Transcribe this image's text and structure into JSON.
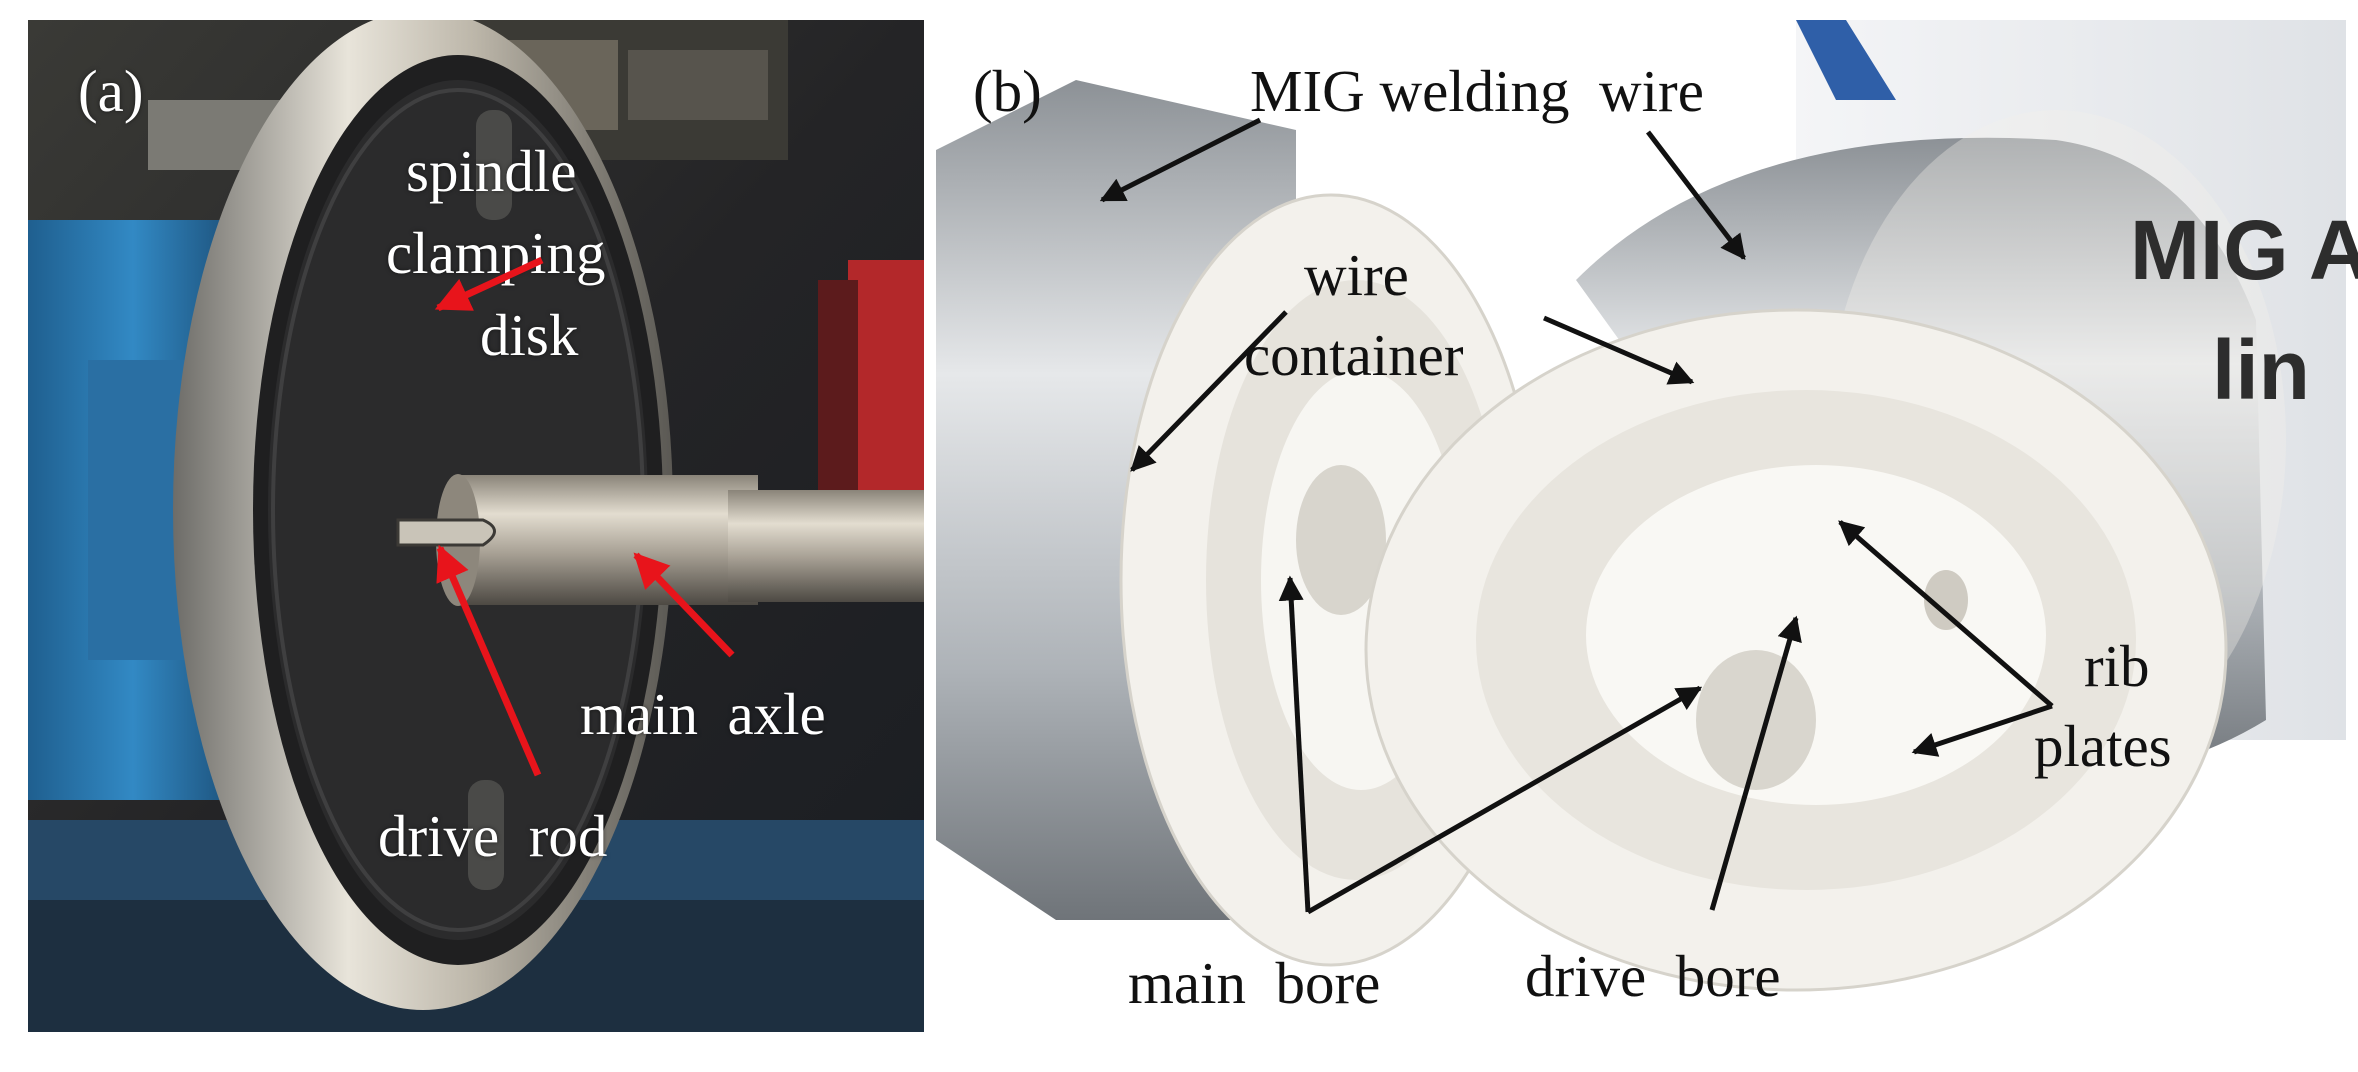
{
  "panel_a": {
    "label": "(a)",
    "spindle_lines": [
      "spindle",
      "clamping",
      "disk"
    ],
    "main_axle": "main  axle",
    "drive_rod": "drive  rod"
  },
  "panel_b": {
    "label": "(b)",
    "mig_wire": "MIG welding  wire",
    "wire_lines": [
      "wire",
      "container"
    ],
    "rib_lines": [
      "rib",
      "plates"
    ],
    "main_bore": "main  bore",
    "drive_bore": "drive  bore",
    "box_lines": [
      "MIG Al",
      "lin"
    ]
  },
  "colors": {
    "arrow_red": "#e8141b",
    "arrow_black": "#111111",
    "spool_white": "#f3f1ec",
    "wire_silver": "#b9bdc1",
    "machine_blue": "#2f7fb8"
  }
}
